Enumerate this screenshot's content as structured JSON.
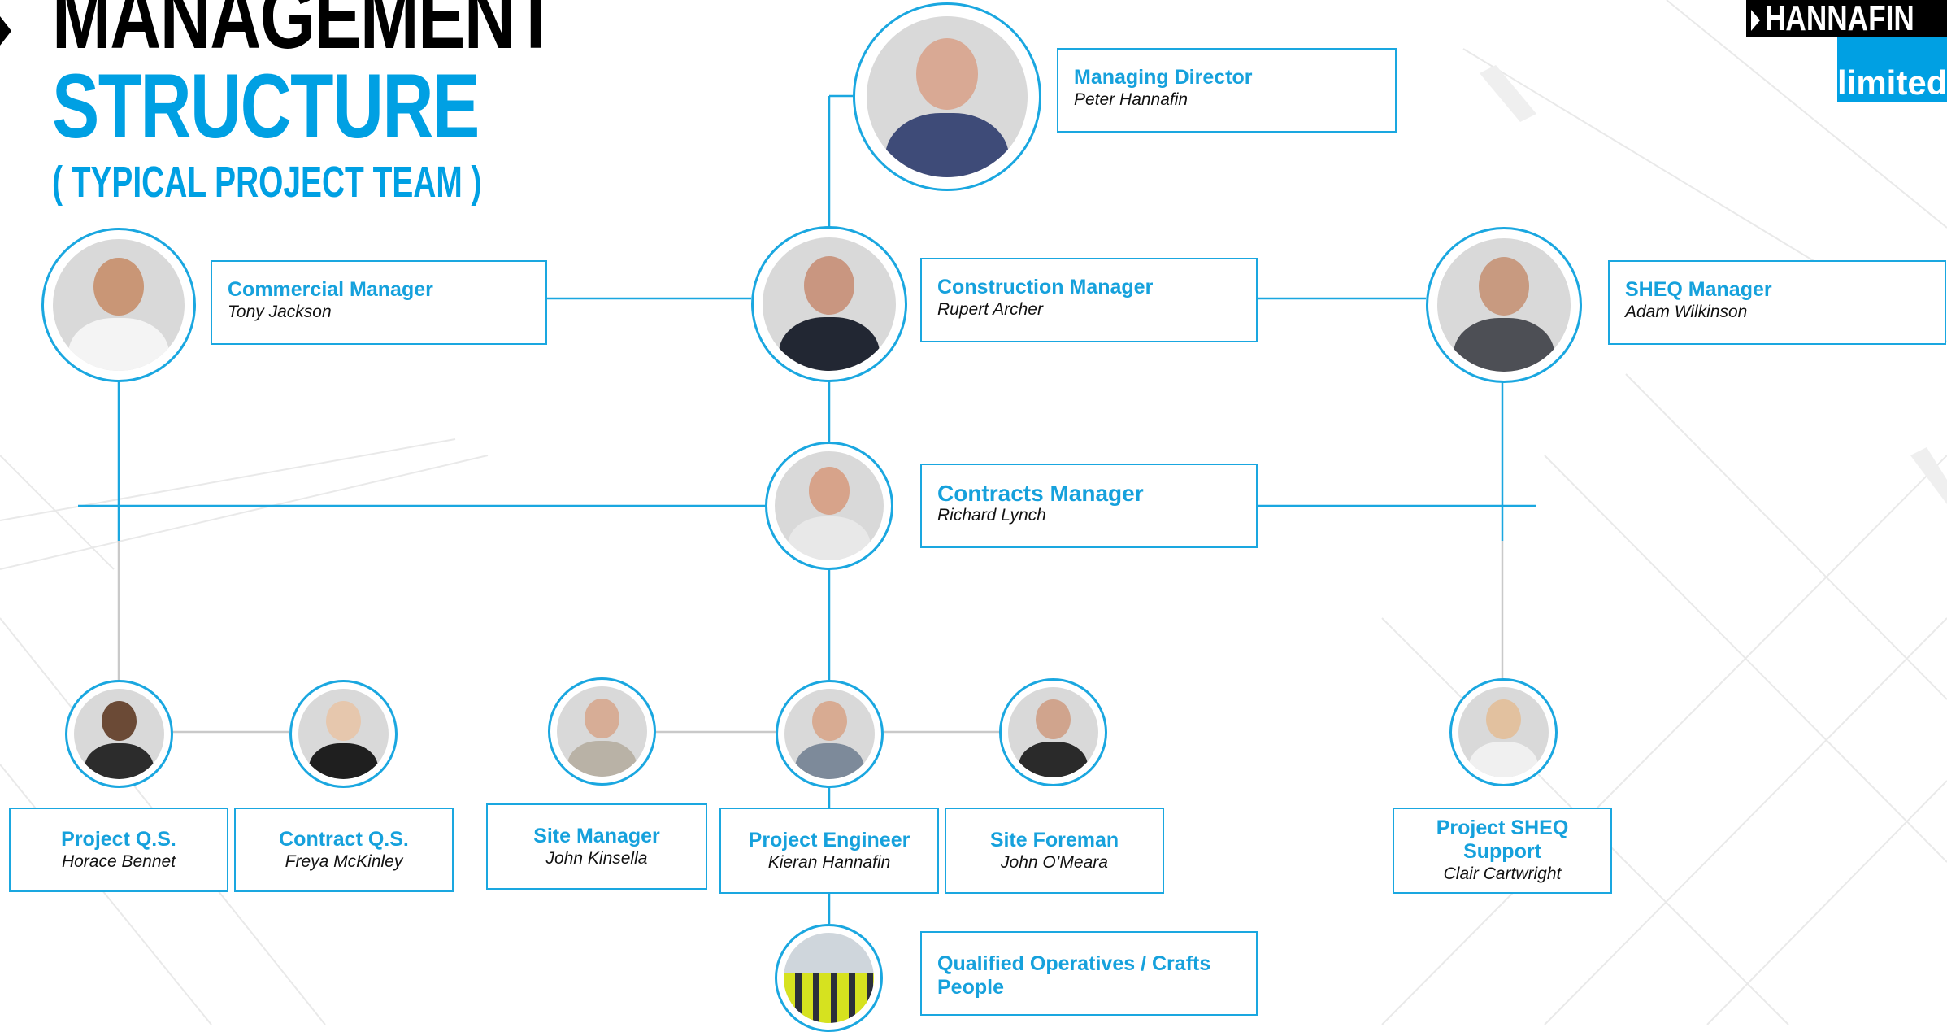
{
  "header": {
    "title_line1": "MANAGEMENT",
    "title_line2": "STRUCTURE",
    "title_line3": "( TYPICAL PROJECT TEAM )"
  },
  "logo": {
    "brand": "HANNAFIN",
    "suffix": "limited"
  },
  "colors": {
    "accent": "#1aa7e0",
    "title_black": "#000000",
    "connector": "#1aa7e0",
    "connector_grey": "#bdbdbd"
  },
  "org": {
    "managing_director": {
      "role": "Managing Director",
      "name": "Peter Hannafin"
    },
    "commercial_manager": {
      "role": "Commercial Manager",
      "name": "Tony Jackson"
    },
    "construction_manager": {
      "role": "Construction Manager",
      "name": "Rupert Archer"
    },
    "sheq_manager": {
      "role": "SHEQ Manager",
      "name": "Adam Wilkinson"
    },
    "contracts_manager": {
      "role": "Contracts Manager",
      "name": "Richard Lynch"
    },
    "project_qs": {
      "role": "Project Q.S.",
      "name": "Horace Bennet"
    },
    "contract_qs": {
      "role": "Contract Q.S.",
      "name": "Freya McKinley"
    },
    "site_manager": {
      "role": "Site Manager",
      "name": "John Kinsella"
    },
    "project_engineer": {
      "role": "Project Engineer",
      "name": "Kieran Hannafin"
    },
    "site_foreman": {
      "role": "Site Foreman",
      "name": "John O’Meara"
    },
    "project_sheq_support": {
      "role": "Project SHEQ Support",
      "name": "Clair Cartwright"
    },
    "operatives": {
      "role": "Qualified Operatives / Crafts People"
    }
  }
}
